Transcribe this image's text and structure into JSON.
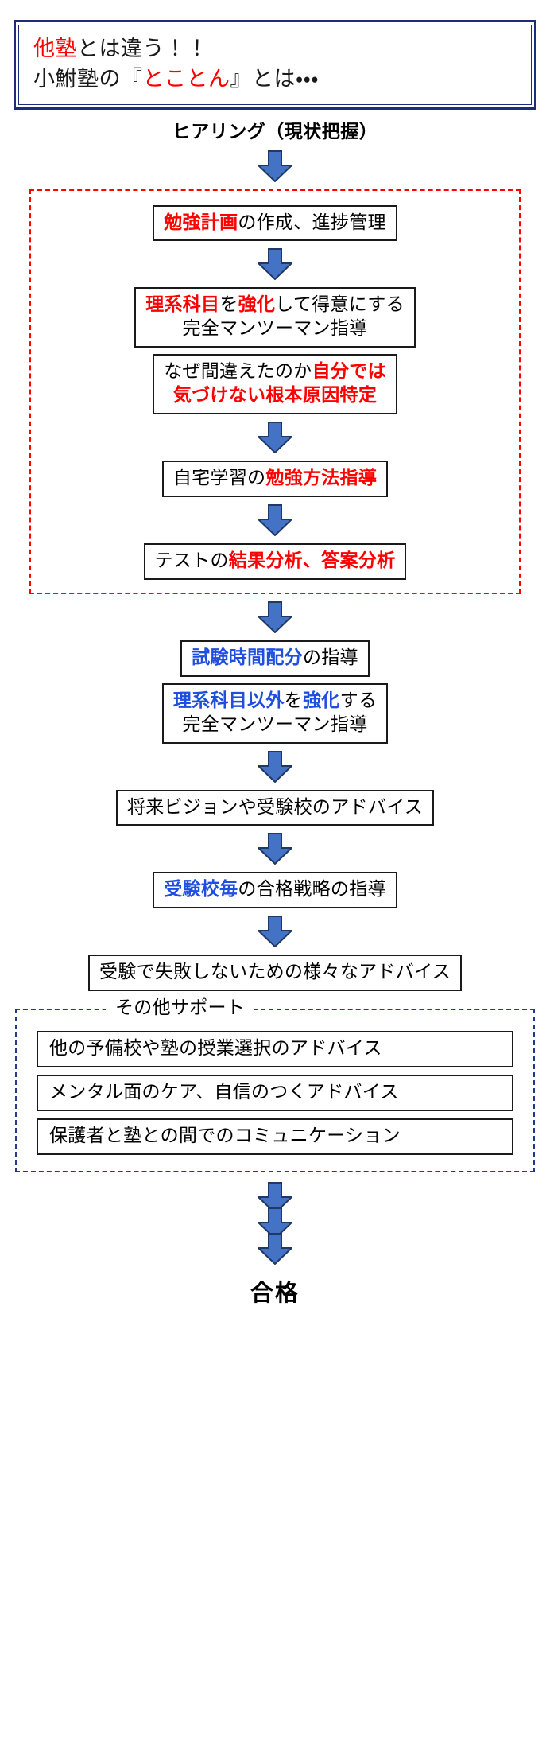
{
  "header": {
    "line1": {
      "red": "他塾",
      "rest": "とは違う！！"
    },
    "line2": {
      "pre": "小鮒塾の『",
      "red": "とことん",
      "post": "』とは・・・"
    }
  },
  "flow": {
    "start_label": "ヒアリング（現状把握）",
    "red_group": {
      "border_color": "#FF0000",
      "items": [
        {
          "name": "study-plan",
          "lines": [
            [
              {
                "t": "勉強計画",
                "c": "red"
              },
              {
                "t": "の作成、進捗管理",
                "c": "black"
              }
            ]
          ]
        },
        {
          "name": "science-subject-mantoman",
          "lines": [
            [
              {
                "t": "理系科目",
                "c": "red"
              },
              {
                "t": "を",
                "c": "black"
              },
              {
                "t": "強化",
                "c": "red"
              },
              {
                "t": "して得意にする",
                "c": "black"
              }
            ],
            [
              {
                "t": "完全マンツーマン指導",
                "c": "black"
              }
            ]
          ]
        },
        {
          "name": "root-cause-analysis",
          "lines": [
            [
              {
                "t": "なぜ間違えたのか",
                "c": "black"
              },
              {
                "t": "自分では",
                "c": "red"
              }
            ],
            [
              {
                "t": "気づけない根本原因特定",
                "c": "red"
              }
            ]
          ]
        },
        {
          "name": "home-study-method",
          "lines": [
            [
              {
                "t": "自宅学習の",
                "c": "black"
              },
              {
                "t": "勉強方法指導",
                "c": "red"
              }
            ]
          ]
        },
        {
          "name": "test-result-analysis",
          "lines": [
            [
              {
                "t": "テストの",
                "c": "black"
              },
              {
                "t": "結果分析、答案分析",
                "c": "red"
              }
            ]
          ]
        }
      ]
    },
    "after_red_items": [
      {
        "name": "exam-time-allocation",
        "lines": [
          [
            {
              "t": "試験時間配分",
              "c": "blue"
            },
            {
              "t": "の指導",
              "c": "black"
            }
          ]
        ]
      },
      {
        "name": "non-science-mantoman",
        "lines": [
          [
            {
              "t": "理系科目以外",
              "c": "blue"
            },
            {
              "t": "を",
              "c": "black"
            },
            {
              "t": "強化",
              "c": "blue"
            },
            {
              "t": "する",
              "c": "black"
            }
          ],
          [
            {
              "t": "完全マンツーマン指導",
              "c": "black"
            }
          ]
        ]
      },
      {
        "name": "future-vision-advice",
        "lines": [
          [
            {
              "t": "将来ビジョンや受験校のアドバイス",
              "c": "black"
            }
          ]
        ]
      },
      {
        "name": "school-strategy",
        "lines": [
          [
            {
              "t": "受験校毎",
              "c": "blue"
            },
            {
              "t": "の合格戦略の指導",
              "c": "black"
            }
          ]
        ]
      },
      {
        "name": "exam-failure-advice",
        "lines": [
          [
            {
              "t": "受験で失敗しないための様々なアドバイス",
              "c": "black"
            }
          ]
        ]
      }
    ],
    "other_support": {
      "title": "その他サポート",
      "border_color": "#1F3B8A",
      "items": [
        {
          "name": "other-school-class-advice",
          "lines": [
            [
              {
                "t": "他の予備校や塾の授業選択のアドバイス",
                "c": "black"
              }
            ]
          ]
        },
        {
          "name": "mental-care-advice",
          "lines": [
            [
              {
                "t": "メンタル面のケア、自信のつくアドバイス",
                "c": "black"
              }
            ]
          ]
        },
        {
          "name": "parent-communication",
          "lines": [
            [
              {
                "t": "保護者と塾との間でのコミュニケーション",
                "c": "black"
              }
            ]
          ]
        }
      ]
    },
    "final_label": "合格"
  },
  "colors": {
    "arrow_fill": "#4472C4",
    "arrow_stroke": "#1F3864",
    "accent_red": "#FF0000",
    "accent_blue": "#1F4FE0",
    "header_border": "#1F2C7A"
  }
}
